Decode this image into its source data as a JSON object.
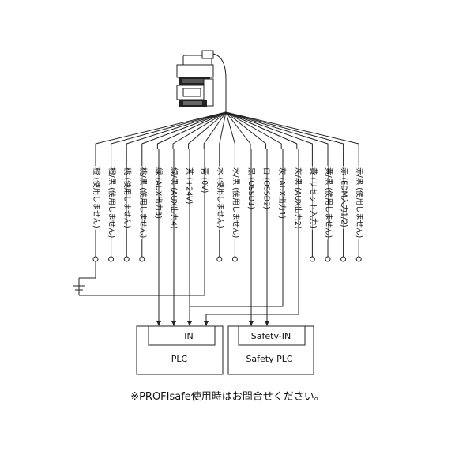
{
  "wires": [
    {
      "label": "橙 (使用しません)",
      "end": "term"
    },
    {
      "label": "橙/黒 (使用しません)",
      "end": "term"
    },
    {
      "label": "桃 (使用しません)",
      "end": "term"
    },
    {
      "label": "桃/黒 (使用しません)",
      "end": "term"
    },
    {
      "label": "緑 (AUX出力3)",
      "end": "plc"
    },
    {
      "label": "緑/黒 (AUX出力4)",
      "end": "plc"
    },
    {
      "label": "茶 (+24V)",
      "end": "plc"
    },
    {
      "label": "青 (0V)",
      "end": "battery"
    },
    {
      "label": "水 (使用しません)",
      "end": "term"
    },
    {
      "label": "水/黒 (使用しません)",
      "end": "term"
    },
    {
      "label": "黒 (OSSD1)",
      "end": "safety"
    },
    {
      "label": "白 (OSSD2)",
      "end": "safety"
    },
    {
      "label": "灰 (AUX出力1)",
      "end": "plc"
    },
    {
      "label": "灰/黒 (AUX出力2)",
      "end": "plc"
    },
    {
      "label": "黄 (リセット入力)",
      "end": "term"
    },
    {
      "label": "黄/黒 (使用しません)",
      "end": "term"
    },
    {
      "label": "赤 (EDM入力1/2)",
      "end": "term"
    },
    {
      "label": "赤/黒 (使用しません)",
      "end": "term"
    }
  ],
  "plc": {
    "in_label": "IN",
    "name": "PLC"
  },
  "safety_plc": {
    "in_label": "Safety-IN",
    "name": "Safety PLC"
  },
  "footnote": "※PROFIsafe使用時はお問合せください。"
}
